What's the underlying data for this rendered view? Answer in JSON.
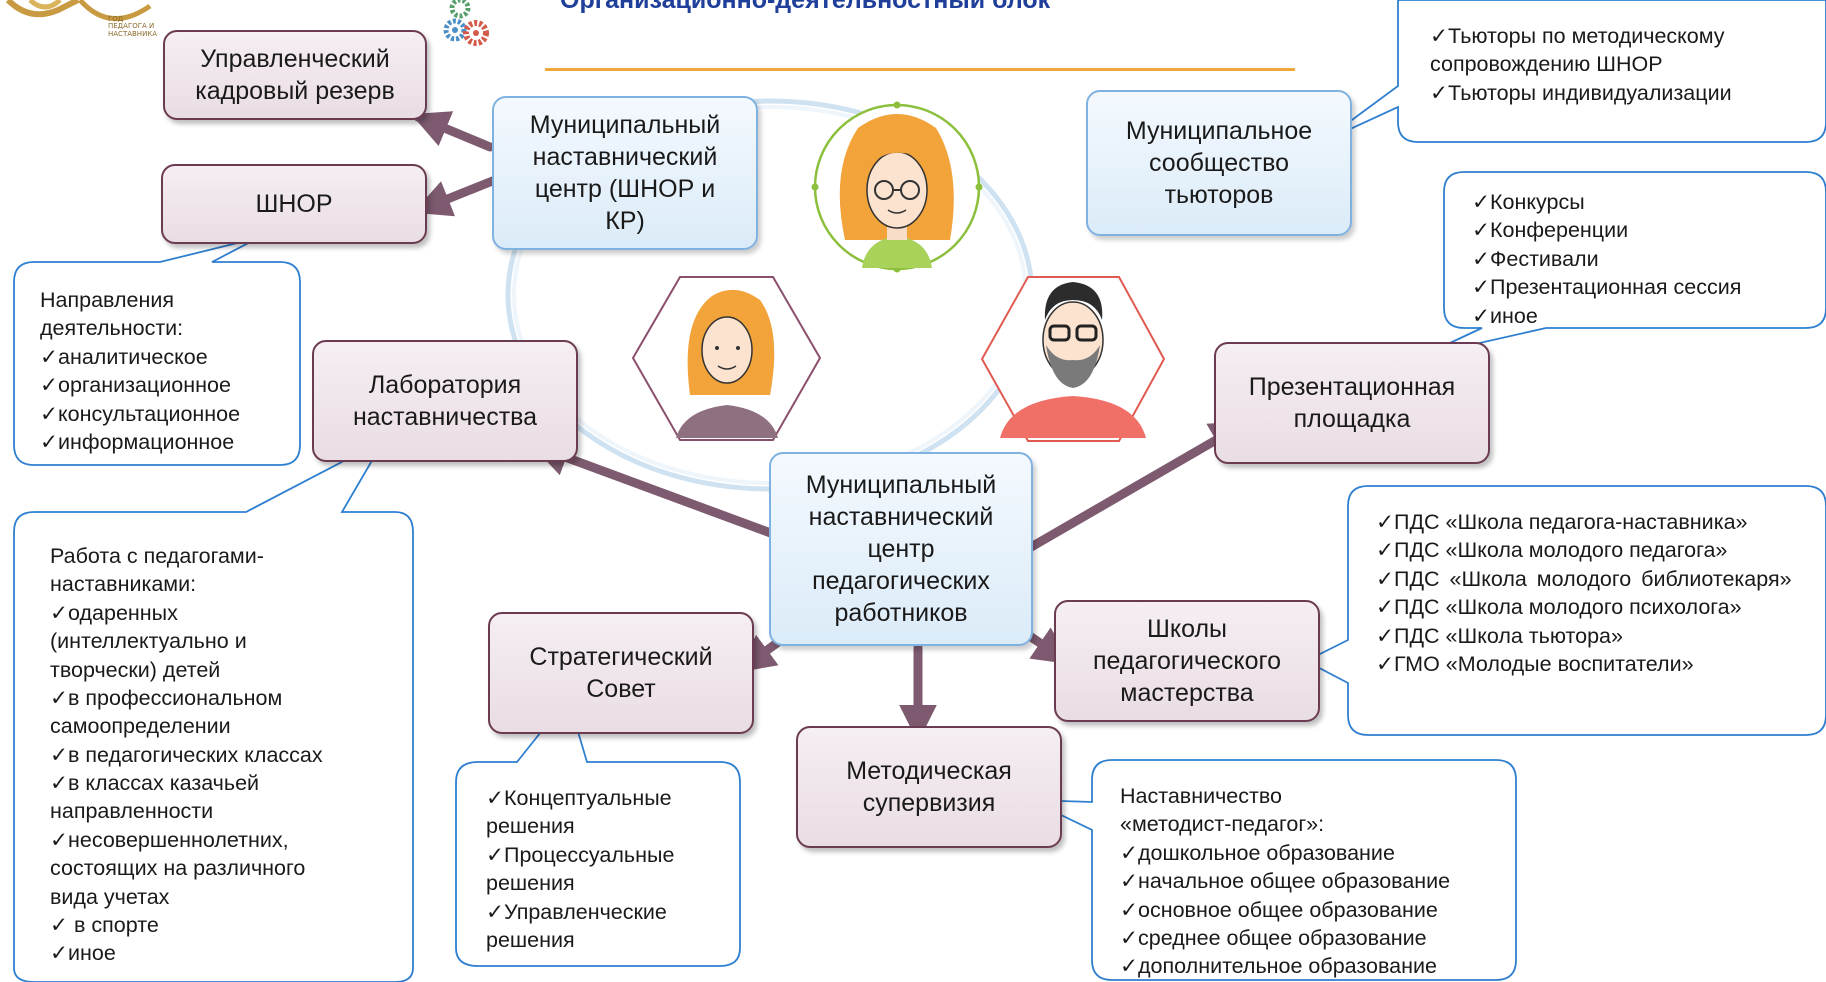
{
  "title": "Организационно-деятельностный блок",
  "logo": {
    "text": "ГОД ПЕДАГОГА И НАСТАВНИКА"
  },
  "colors": {
    "accent_line": "#f0a83a",
    "title": "#1f3f9a",
    "connector": "#7d5a6f",
    "callout_border": "#2f7fd0"
  },
  "center": {
    "label": "Муниципальный наставнический центр педагогических работников"
  },
  "nodes": {
    "mnc_shnor": "Муниципальный наставнический центр (ШНОР и КР)",
    "tutors": "Муниципальное сообщество тьюторов",
    "reserve": "Управленческий кадровый резерв",
    "shnor": "ШНОР",
    "lab": "Лаборатория наставничества",
    "presentation": "Презентационная площадка",
    "schools": "Школы педагогического мастерства",
    "strategy": "Стратегический Совет",
    "supervision": "Методическая супервизия"
  },
  "callouts": {
    "tutors": [
      "✓Тьюторы по методическому сопровождению ШНОР",
      "✓Тьюторы индивидуализации"
    ],
    "directions": {
      "heading": "Направления деятельности:",
      "items": [
        "✓аналитическое",
        "✓организационное",
        "✓консультационное",
        "✓информационное"
      ]
    },
    "events": [
      "✓Конкурсы",
      "✓Конференции",
      "✓Фестивали",
      "✓Презентационная сессия",
      "✓иное"
    ],
    "work": {
      "heading": "Работа с педагогами-наставниками:",
      "items": [
        "✓одаренных (интеллектуально и творчески) детей",
        "✓в профессиональном самоопределении",
        "✓в педагогических классах",
        "✓в классах казачьей направленности",
        "✓несовершеннолетних, состоящих на различного вида учетах",
        "✓ в спорте",
        "✓иное"
      ]
    },
    "schools": [
      "✓ПДС «Школа педагога-наставника»",
      "✓ПДС «Школа молодого педагога»",
      "✓ПДС «Школа молодого библиотекаря»",
      "✓ПДС «Школа молодого психолога»",
      "✓ПДС «Школа тьютора»",
      "✓ГМО «Молодые воспитатели»"
    ],
    "decisions": [
      "✓Концептуальные решения",
      "✓Процессуальные решения",
      "✓Управленческие решения"
    ],
    "supervision": {
      "heading": "Наставничество «методист-педагог»:",
      "items": [
        "✓дошкольное образование",
        "✓начальное общее образование",
        "✓основное общее образование",
        "✓среднее общее образование",
        "✓дополнительное образование"
      ]
    }
  },
  "icons": [
    "woman-glasses-avatar-icon",
    "girl-avatar-icon",
    "bearded-man-avatar-icon",
    "gears-logo-icon",
    "anniversary-logo-icon"
  ]
}
